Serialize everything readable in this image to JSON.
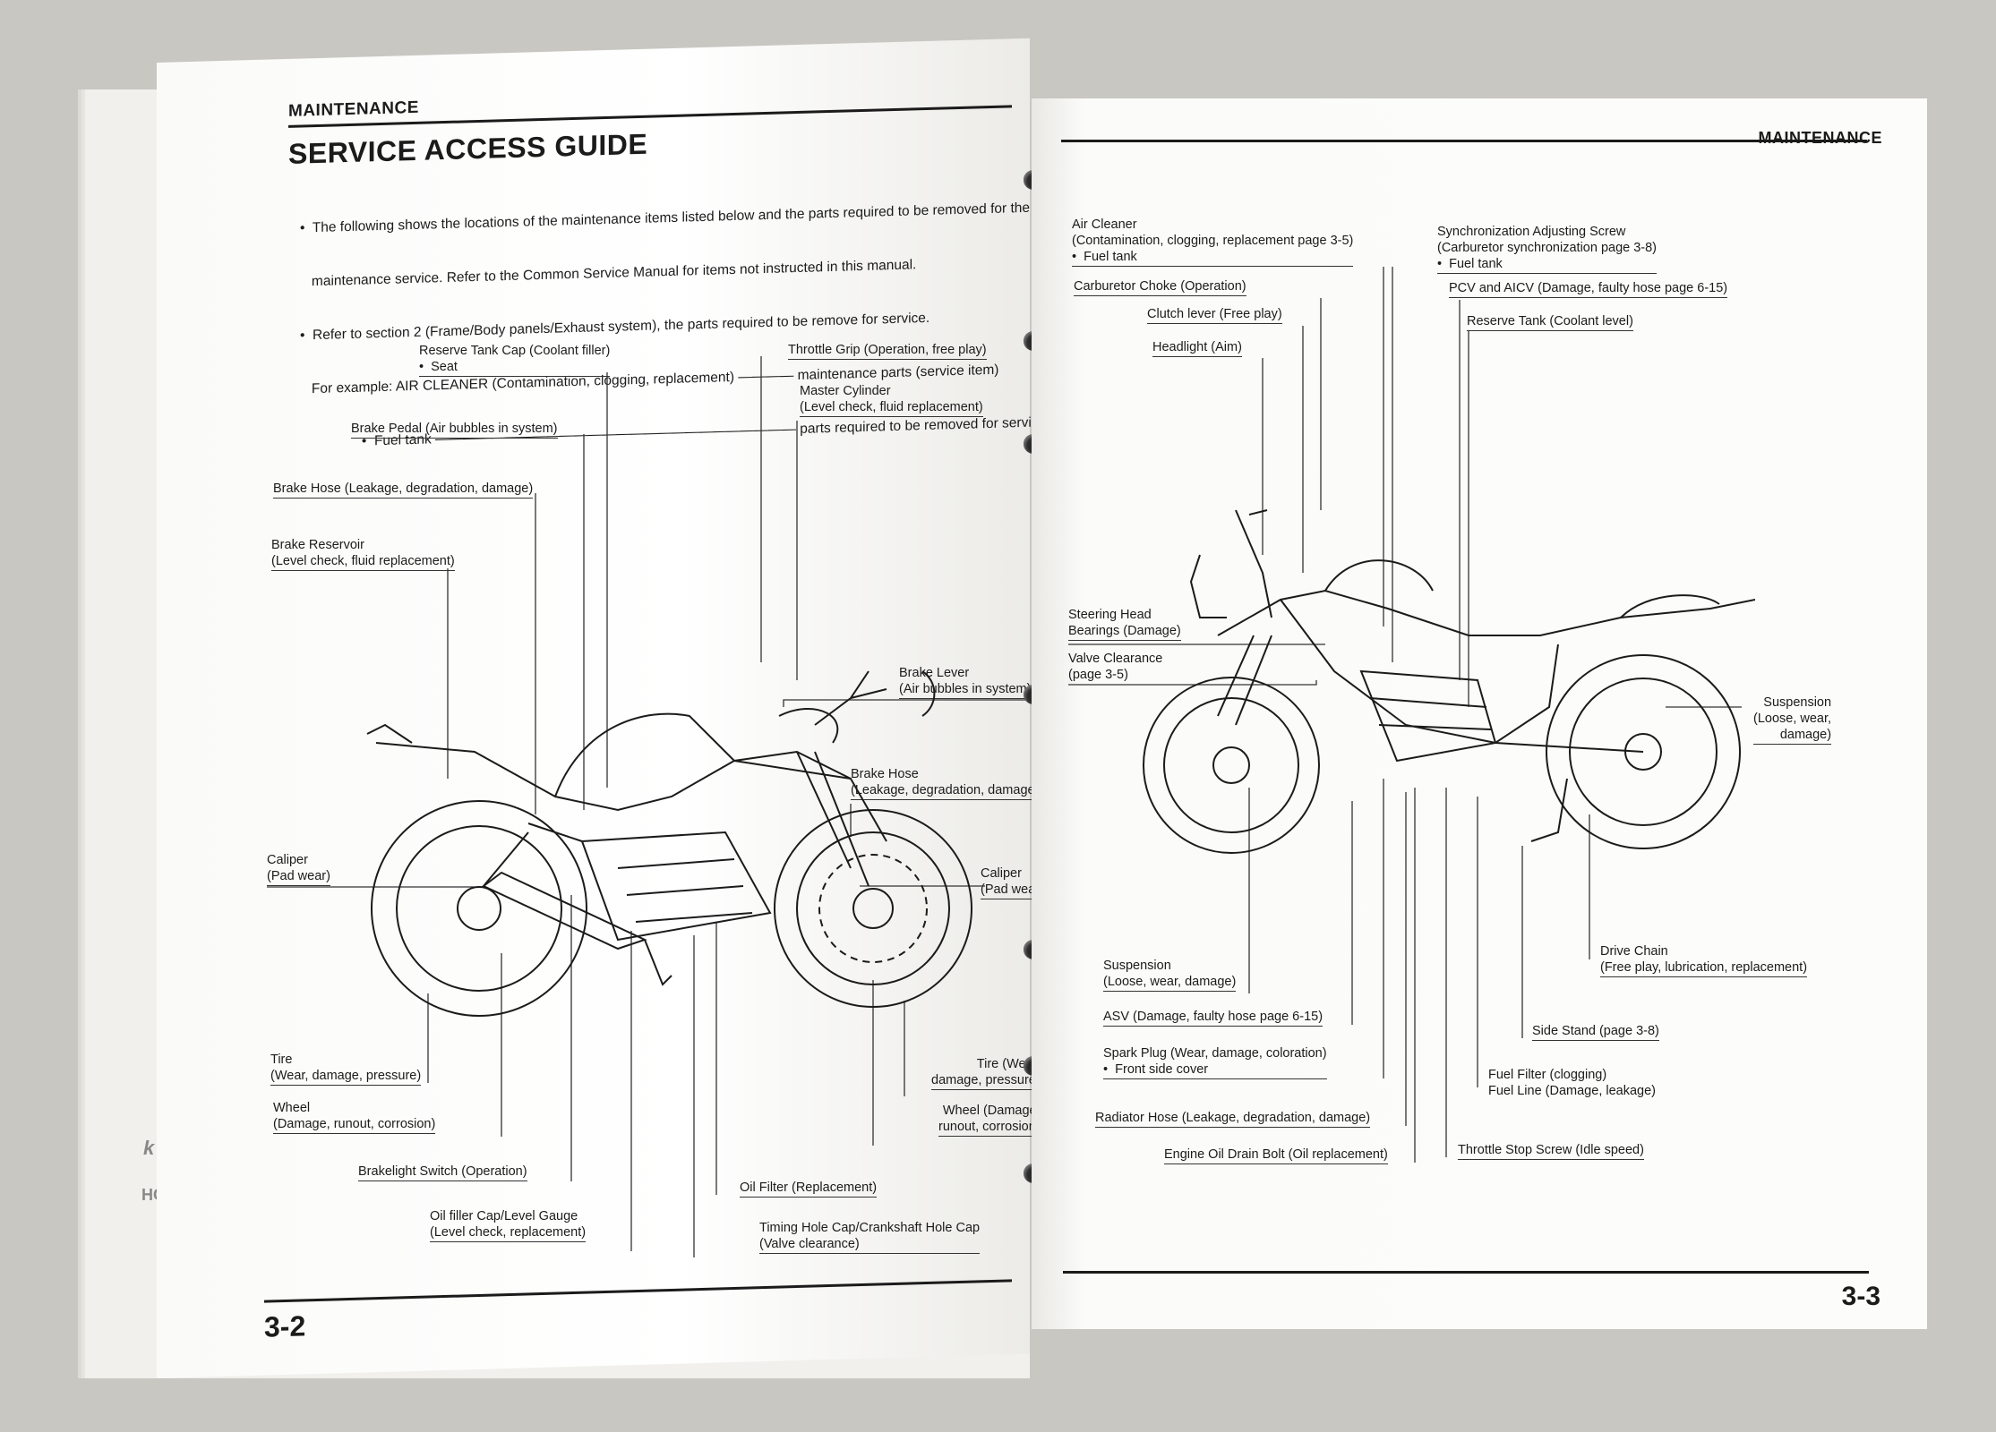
{
  "left_page": {
    "header": "MAINTENANCE",
    "title": "SERVICE ACCESS GUIDE",
    "intro": [
      "•  The following shows the locations of the maintenance items listed below and the parts required to be removed for the",
      "   maintenance service. Refer to the Common Service Manual for items not instructed in this manual.",
      "•  Refer to section 2 (Frame/Body panels/Exhaust system), the parts required to be remove for service.",
      "   For example: AIR CLEANER (Contamination, clogging, replacement) ———— maintenance parts (service item)",
      "                •  Fuel tank —————————————————————————— parts required to be removed for service"
    ],
    "labels": {
      "reserve_tank_cap": "Reserve Tank Cap (Coolant filler)\n•  Seat",
      "brake_pedal": "Brake Pedal (Air bubbles in system)",
      "brake_hose": "Brake Hose (Leakage, degradation, damage)",
      "brake_reservoir": "Brake Reservoir\n(Level check, fluid replacement)",
      "caliper_rear": "Caliper\n(Pad wear)",
      "tire_rear": "Tire\n(Wear, damage, pressure)",
      "wheel_rear": "Wheel\n(Damage, runout, corrosion)",
      "brakelight_switch": "Brakelight Switch (Operation)",
      "oil_filler_cap": "Oil filler Cap/Level Gauge\n(Level check, replacement)",
      "throttle_grip": "Throttle Grip (Operation, free play)",
      "master_cylinder": "Master Cylinder\n(Level check, fluid replacement)",
      "brake_lever": "Brake Lever\n(Air bubbles in system)",
      "brake_hose_front": "Brake Hose\n(Leakage, degradation, damage)",
      "caliper_front": "Caliper\n(Pad wear)",
      "tire_front": "Tire (Wear,\ndamage, pressure)",
      "wheel_front": "Wheel (Damage,\nrunout, corrosion)",
      "oil_filter": "Oil Filter (Replacement)",
      "timing_hole_cap": "Timing Hole Cap/Crankshaft Hole Cap\n(Valve clearance)"
    },
    "page_number": "3-2"
  },
  "right_page": {
    "header": "MAINTENANCE",
    "labels": {
      "air_cleaner": "Air Cleaner\n(Contamination, clogging, replacement page 3-5)\n•  Fuel tank",
      "carburetor_choke": "Carburetor Choke (Operation)",
      "clutch_lever": "Clutch lever (Free play)",
      "headlight": "Headlight (Aim)",
      "sync_screw": "Synchronization Adjusting Screw\n(Carburetor synchronization page 3-8)\n•  Fuel tank",
      "pcv_aicv": "PCV and AICV (Damage, faulty hose page 6-15)",
      "reserve_tank": "Reserve Tank (Coolant level)",
      "steering_head": "Steering Head\nBearings (Damage)",
      "valve_clearance": "Valve Clearance\n(page 3-5)",
      "suspension_rear": "Suspension\n(Loose, wear,\ndamage)",
      "suspension_front": "Suspension\n(Loose, wear, damage)",
      "asv": "ASV (Damage, faulty hose page 6-15)",
      "spark_plug": "Spark Plug (Wear, damage, coloration)\n•  Front side cover",
      "radiator_hose": "Radiator Hose (Leakage, degradation, damage)",
      "engine_oil_drain": "Engine Oil Drain Bolt (Oil replacement)",
      "drive_chain": "Drive Chain\n(Free play, lubrication, replacement)",
      "side_stand": "Side Stand (page 3-8)",
      "fuel_filter": "Fuel Filter (clogging)\nFuel Line (Damage, leakage)",
      "throttle_stop": "Throttle Stop Screw (Idle speed)"
    },
    "page_number": "3-3"
  },
  "colors": {
    "paper": "#fbfbf9",
    "ink": "#1b1b1b",
    "background": "#c9c7c2"
  }
}
